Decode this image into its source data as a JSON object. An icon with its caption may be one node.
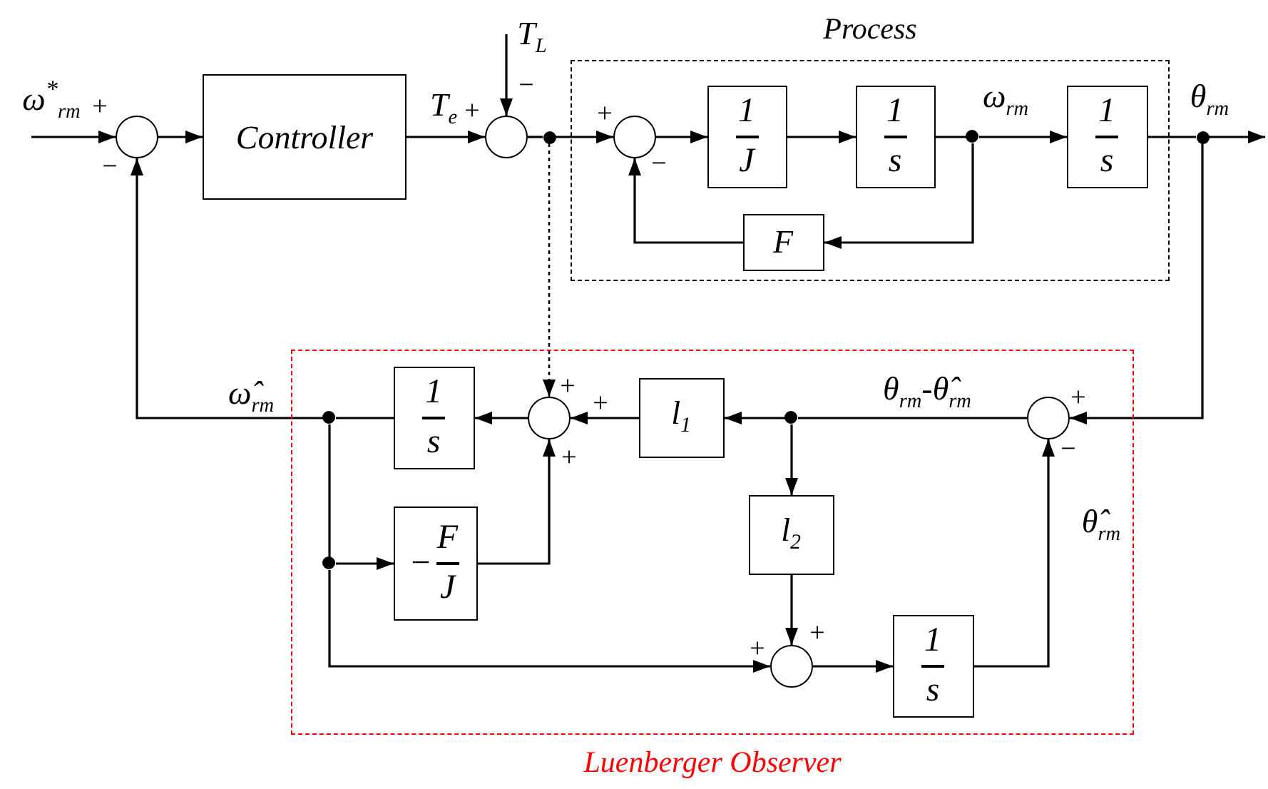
{
  "diagram": {
    "nodes": [
      {
        "text": [],
        "shape": "circle"
      },
      {
        "text": [
          "Controller"
        ]
      },
      {
        "text": [],
        "shape": "circle"
      },
      {
        "text": [],
        "shape": "dot"
      },
      {
        "text": [
          "Process"
        ]
      },
      {
        "text": [],
        "shape": "circle",
        "in": 4
      },
      {
        "text": [
          "1",
          "J"
        ],
        "in": 4
      },
      {
        "text": [
          "1",
          "s"
        ],
        "in": 4
      },
      {
        "text": [],
        "shape": "dot",
        "in": 4
      },
      {
        "text": [
          "1",
          "s"
        ],
        "in": 4
      },
      {
        "text": [
          "F"
        ],
        "in": 4
      },
      {
        "text": [],
        "shape": "dot"
      },
      {
        "text": [
          "Luenberger Observer"
        ]
      },
      {
        "text": [],
        "shape": "dot",
        "in": 12
      },
      {
        "text": [
          "1",
          "s"
        ],
        "in": 12
      },
      {
        "text": [],
        "shape": "circle",
        "in": 12
      },
      {
        "text": [
          "l$_{1}$"
        ],
        "in": 12
      },
      {
        "text": [],
        "shape": "dot",
        "in": 12
      },
      {
        "text": [],
        "shape": "circle",
        "in": 12
      },
      {
        "text": [],
        "shape": "dot",
        "in": 12
      },
      {
        "text": [
          "−",
          "F",
          "J"
        ],
        "in": 12
      },
      {
        "text": [
          "l$_{2}$"
        ],
        "in": 12
      },
      {
        "text": [],
        "shape": "circle",
        "in": 12
      },
      {
        "text": [
          "1",
          "s"
        ],
        "in": 12
      }
    ],
    "edges": [
      {
        "from": null,
        "to": 0,
        "arrow": "to"
      },
      {
        "from": 0,
        "to": 1,
        "arrow": "to"
      },
      {
        "from": 1,
        "to": 2,
        "arrow": "to",
        "label": "T$_{e}$"
      },
      {
        "from": null,
        "to": 2,
        "arrow": "to"
      },
      {
        "from": 2,
        "to": 3,
        "arrow": "none"
      },
      {
        "from": 3,
        "to": 5,
        "arrow": "to"
      },
      {
        "from": 5,
        "to": 6,
        "arrow": "to"
      },
      {
        "from": 6,
        "to": 7,
        "arrow": "to"
      },
      {
        "from": 7,
        "to": 8,
        "arrow": "none"
      },
      {
        "from": 8,
        "to": 9,
        "arrow": "to",
        "label": "ω$_{rm}$"
      },
      {
        "from": 8,
        "to": 10,
        "arrow": "to"
      },
      {
        "from": 10,
        "to": 5,
        "arrow": "to"
      },
      {
        "from": 9,
        "to": 11,
        "arrow": "none",
        "label": "θ$_{rm}$"
      },
      {
        "from": 11,
        "to": null,
        "arrow": "to"
      },
      {
        "from": 11,
        "to": 18,
        "arrow": "to"
      },
      {
        "from": 3,
        "to": 15,
        "arrow": "to",
        "style": "dashed"
      },
      {
        "from": 18,
        "to": 17,
        "arrow": "none",
        "label": "θ$_{rm}$-θ̂$_{rm}$"
      },
      {
        "from": 17,
        "to": 16,
        "arrow": "to"
      },
      {
        "from": 17,
        "to": 21,
        "arrow": "to"
      },
      {
        "from": 16,
        "to": 15,
        "arrow": "to"
      },
      {
        "from": 15,
        "to": 14,
        "arrow": "to"
      },
      {
        "from": 14,
        "to": 13,
        "arrow": "none"
      },
      {
        "from": 13,
        "to": 0,
        "arrow": "to",
        "label": "ω̂$_{rm}$"
      },
      {
        "from": 13,
        "to": 19,
        "arrow": "none"
      },
      {
        "from": 19,
        "to": 20,
        "arrow": "to"
      },
      {
        "from": 20,
        "to": 15,
        "arrow": "to"
      },
      {
        "from": 19,
        "to": 22,
        "arrow": "to"
      },
      {
        "from": 21,
        "to": 22,
        "arrow": "to"
      },
      {
        "from": 22,
        "to": 23,
        "arrow": "to"
      },
      {
        "from": 23,
        "to": 18,
        "arrow": "to",
        "label": "θ̂$_{rm}$"
      }
    ],
    "labels": [
      "ω$^{*}$$_{rm}$",
      "+",
      "−",
      "T$_{L}$",
      "−",
      "+",
      "+",
      "−",
      "+",
      "+",
      "+",
      "−",
      "+",
      "+",
      "+"
    ]
  }
}
